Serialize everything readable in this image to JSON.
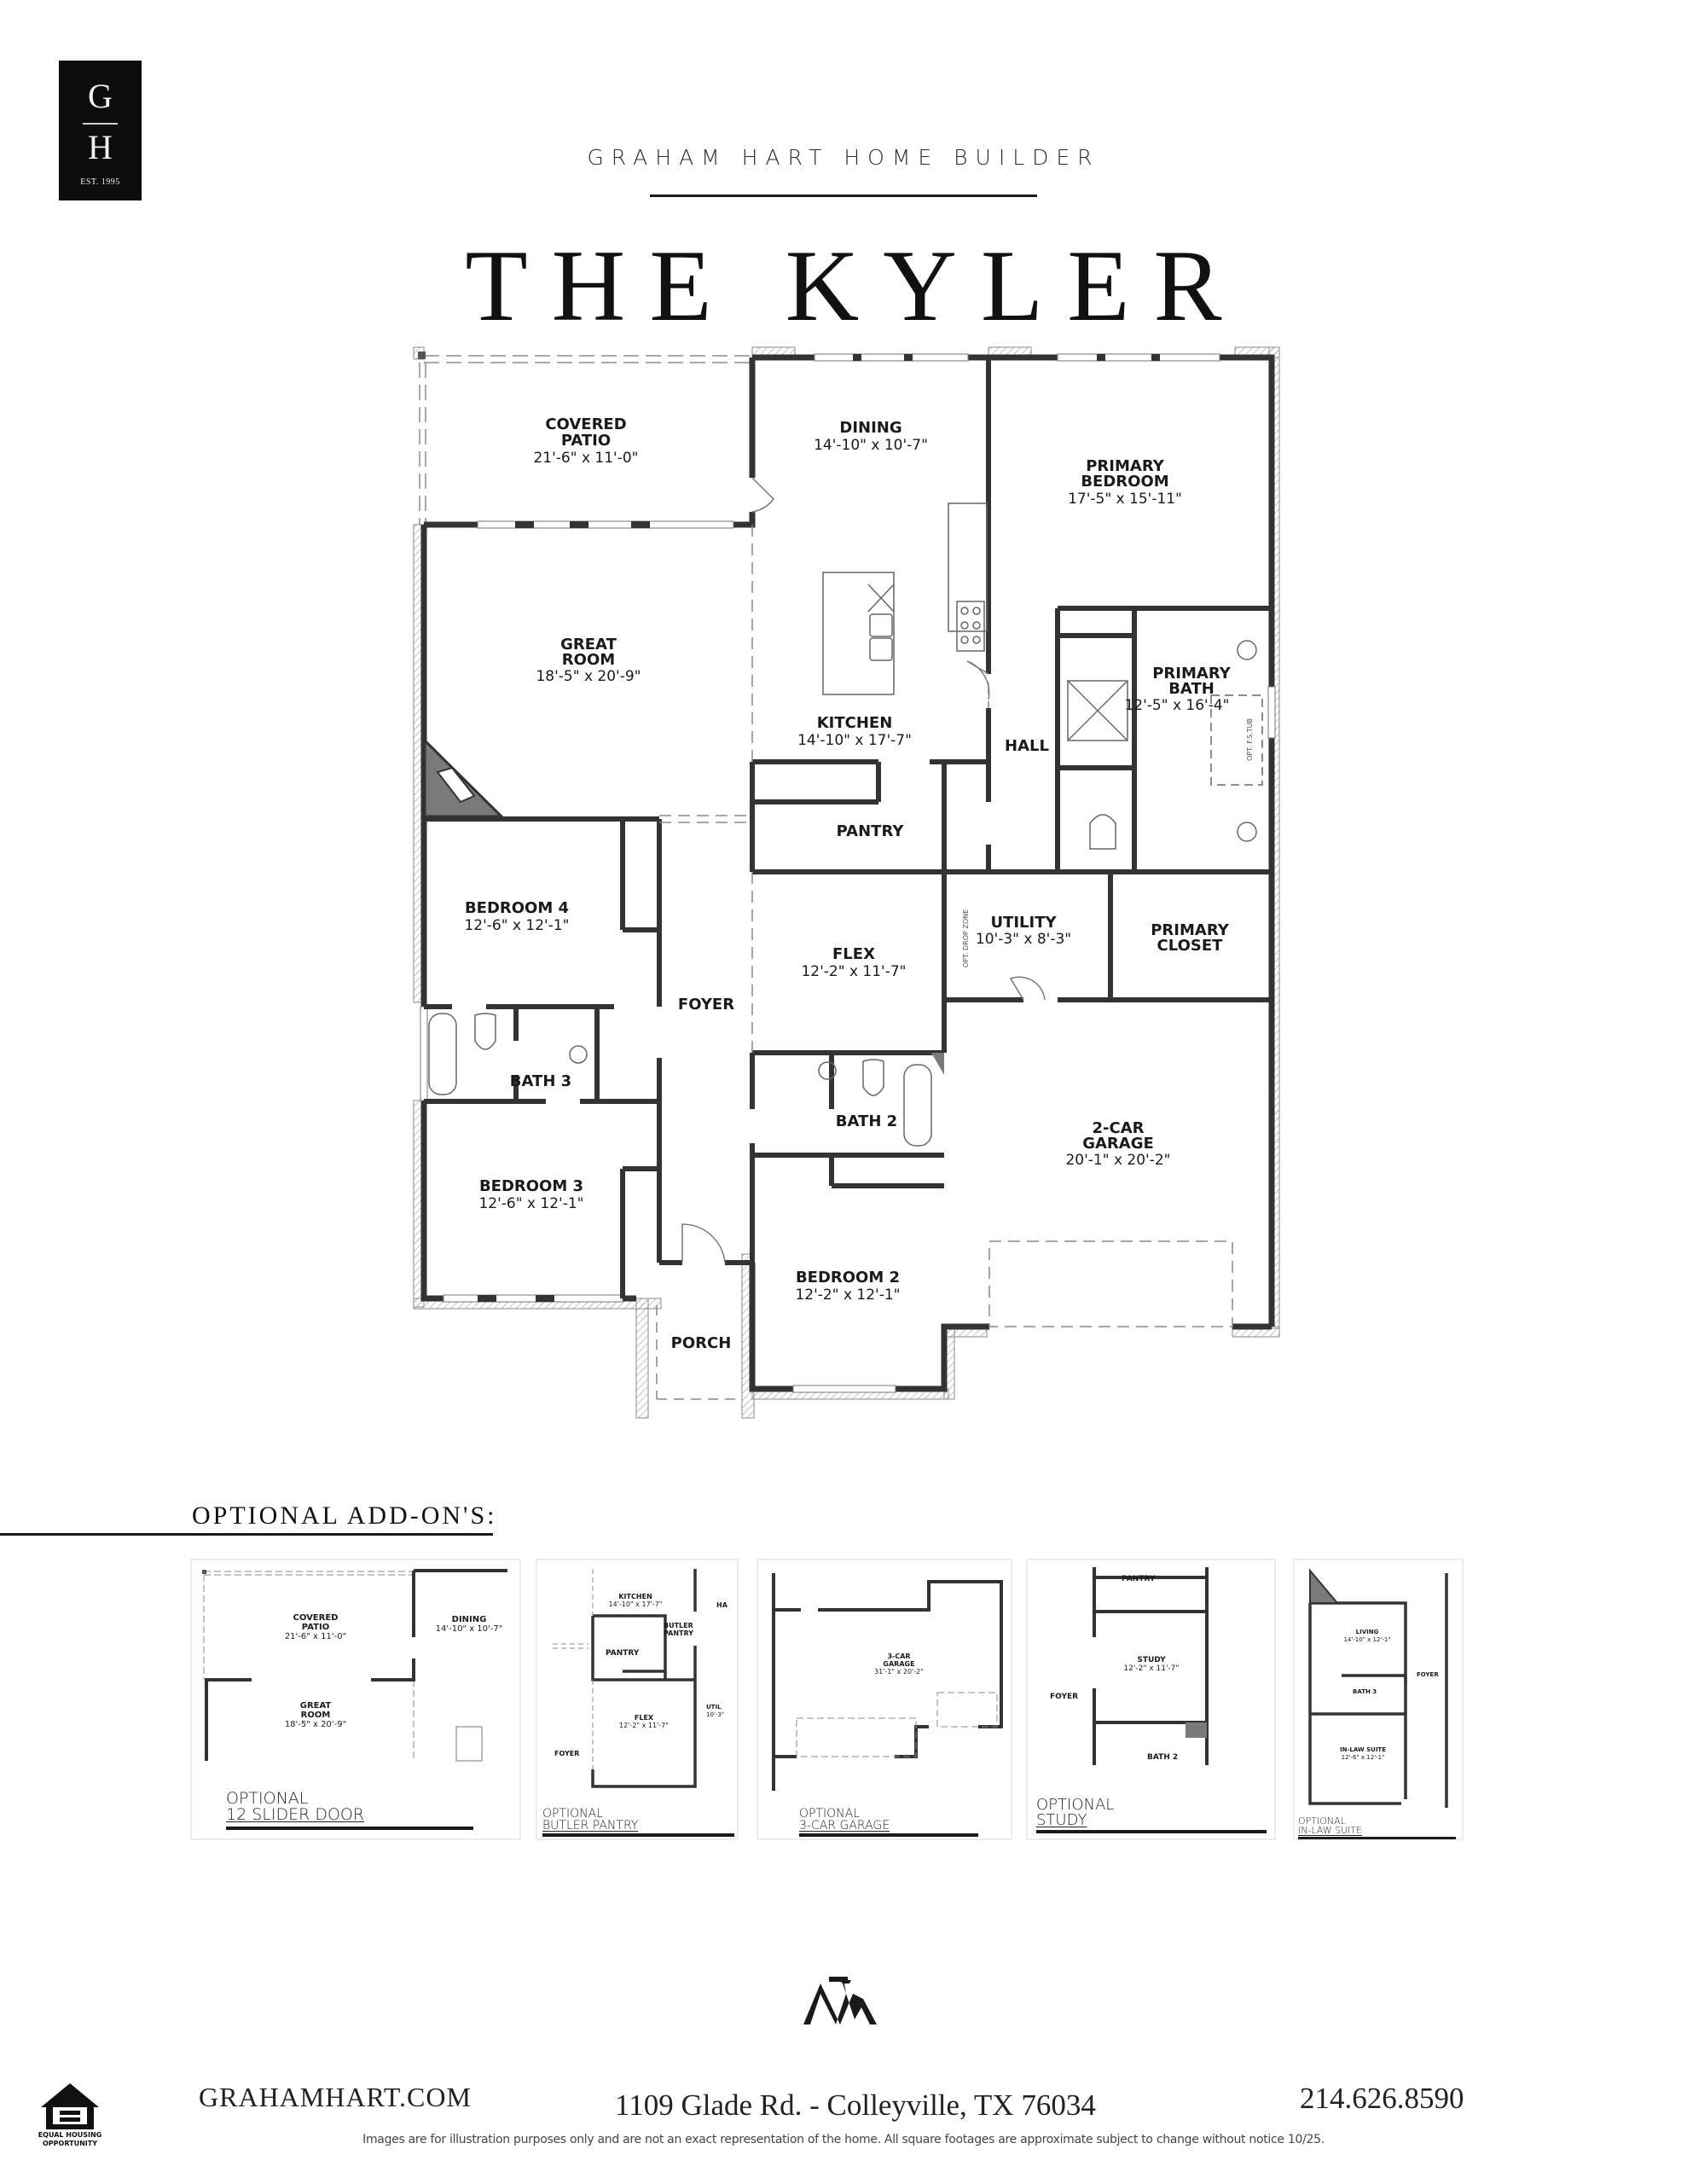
{
  "header": {
    "logo": {
      "top_letter": "G",
      "bottom_letter": "H",
      "established": "EST. 1995",
      "bg_color": "#0d0d0d"
    },
    "brand_subtitle": "GRAHAM HART HOME BUILDER",
    "plan_name": "THE KYLER"
  },
  "floor_plan": {
    "rooms": [
      {
        "id": "covered-patio",
        "name_lines": [
          "COVERED",
          "PATIO"
        ],
        "dimensions": "21'-6\" x 11'-0\""
      },
      {
        "id": "dining",
        "name_lines": [
          "DINING"
        ],
        "dimensions": "14'-10\" x 10'-7\""
      },
      {
        "id": "primary-bedroom",
        "name_lines": [
          "PRIMARY",
          "BEDROOM"
        ],
        "dimensions": "17'-5\" x 15'-11\""
      },
      {
        "id": "great-room",
        "name_lines": [
          "GREAT",
          "ROOM"
        ],
        "dimensions": "18'-5\" x 20'-9\""
      },
      {
        "id": "kitchen",
        "name_lines": [
          "KITCHEN"
        ],
        "dimensions": "14'-10\" x 17'-7\""
      },
      {
        "id": "hall",
        "name_lines": [
          "HALL"
        ],
        "dimensions": ""
      },
      {
        "id": "primary-bath",
        "name_lines": [
          "PRIMARY",
          "BATH"
        ],
        "dimensions": "12'-5\" x 16'-4\""
      },
      {
        "id": "pantry",
        "name_lines": [
          "PANTRY"
        ],
        "dimensions": ""
      },
      {
        "id": "bedroom-4",
        "name_lines": [
          "BEDROOM 4"
        ],
        "dimensions": "12'-6\" x 12'-1\""
      },
      {
        "id": "flex",
        "name_lines": [
          "FLEX"
        ],
        "dimensions": "12'-2\" x 11'-7\""
      },
      {
        "id": "utility",
        "name_lines": [
          "UTILITY"
        ],
        "dimensions": "10'-3\" x 8'-3\""
      },
      {
        "id": "primary-closet",
        "name_lines": [
          "PRIMARY",
          "CLOSET"
        ],
        "dimensions": ""
      },
      {
        "id": "foyer",
        "name_lines": [
          "FOYER"
        ],
        "dimensions": ""
      },
      {
        "id": "bath-3",
        "name_lines": [
          "BATH 3"
        ],
        "dimensions": ""
      },
      {
        "id": "bath-2",
        "name_lines": [
          "BATH 2"
        ],
        "dimensions": ""
      },
      {
        "id": "garage",
        "name_lines": [
          "2-CAR",
          "GARAGE"
        ],
        "dimensions": "20'-1\" x 20'-2\""
      },
      {
        "id": "bedroom-3",
        "name_lines": [
          "BEDROOM 3"
        ],
        "dimensions": "12'-6\" x 12'-1\""
      },
      {
        "id": "bedroom-2",
        "name_lines": [
          "BEDROOM 2"
        ],
        "dimensions": "12'-2\" x 12'-1\""
      },
      {
        "id": "porch",
        "name_lines": [
          "PORCH"
        ],
        "dimensions": ""
      }
    ],
    "annotations": {
      "opt_tub": "OPT. F.S.TUB",
      "opt_drop_zone": "OPT. DROP ZONE"
    },
    "wall_color": "#3a3a3a",
    "fill_color": "#7a7a7a"
  },
  "optional_addons": {
    "heading": "OPTIONAL ADD-ON'S:",
    "cards": [
      {
        "caption_line1": "OPTIONAL",
        "caption_line2": "12 SLIDER DOOR",
        "rooms": [
          {
            "name_lines": [
              "COVERED",
              "PATIO"
            ],
            "dimensions": "21'-6\" x 11'-0\""
          },
          {
            "name_lines": [
              "DINING"
            ],
            "dimensions": "14'-10\" x 10'-7\""
          },
          {
            "name_lines": [
              "GREAT",
              "ROOM"
            ],
            "dimensions": "18'-5\" x 20'-9\""
          }
        ]
      },
      {
        "caption_line1": "OPTIONAL",
        "caption_line2": "BUTLER PANTRY",
        "rooms": [
          {
            "name_lines": [
              "KITCHEN"
            ],
            "dimensions": "14'-10\" x 17'-7\""
          },
          {
            "name_lines": [
              "BUTLER",
              "PANTRY"
            ],
            "dimensions": ""
          },
          {
            "name_lines": [
              "PANTRY"
            ],
            "dimensions": ""
          },
          {
            "name_lines": [
              "FLEX"
            ],
            "dimensions": "12'-2\" x 11'-7\""
          },
          {
            "name_lines": [
              "UTIL"
            ],
            "dimensions": "10'-3\""
          },
          {
            "name_lines": [
              "FOYER"
            ],
            "dimensions": ""
          },
          {
            "name_lines": [
              "HA"
            ],
            "dimensions": ""
          }
        ]
      },
      {
        "caption_line1": "OPTIONAL",
        "caption_line2": "3-CAR GARAGE",
        "rooms": [
          {
            "name_lines": [
              "3-CAR",
              "GARAGE"
            ],
            "dimensions": "31'-1\" x 20'-2\""
          }
        ]
      },
      {
        "caption_line1": "OPTIONAL",
        "caption_line2": "STUDY",
        "rooms": [
          {
            "name_lines": [
              "PANTRY"
            ],
            "dimensions": ""
          },
          {
            "name_lines": [
              "STUDY"
            ],
            "dimensions": "12'-2\" x 11'-7\""
          },
          {
            "name_lines": [
              "FOYER"
            ],
            "dimensions": ""
          },
          {
            "name_lines": [
              "BATH 2"
            ],
            "dimensions": ""
          }
        ]
      },
      {
        "caption_line1": "OPTIONAL",
        "caption_line2": "IN-LAW SUITE",
        "rooms": [
          {
            "name_lines": [
              "LIVING"
            ],
            "dimensions": "14'-10\" x 12'-1\""
          },
          {
            "name_lines": [
              "BATH 3"
            ],
            "dimensions": ""
          },
          {
            "name_lines": [
              "IN-LAW SUITE"
            ],
            "dimensions": "12'-6\" x 12'-1\""
          },
          {
            "name_lines": [
              "FOYER"
            ],
            "dimensions": ""
          }
        ]
      }
    ]
  },
  "footer": {
    "equal_housing": [
      "EQUAL HOUSING",
      "OPPORTUNITY"
    ],
    "website": "GRAHAMHART.COM",
    "address": "1109 Glade Rd. - Colleyville, TX 76034",
    "phone": "214.626.8590",
    "disclaimer": "Images are for illustration purposes only and are not an exact representation of the home. All square footages are approximate subject to change without notice 10/25."
  }
}
